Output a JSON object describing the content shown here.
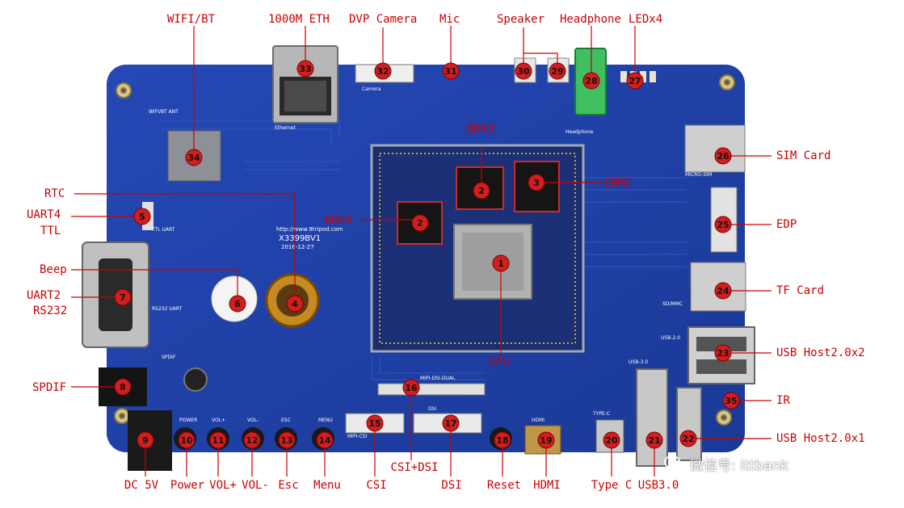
{
  "photo": {
    "watermark_text": "微信号: ittbank",
    "watermark_icon": "wechat-logo-icon",
    "board_silkscreen": {
      "model": "X3399BV1",
      "date": "2016-12-27",
      "url": "http://www.9tripod.com",
      "labels": [
        "WIFI/BT ANT",
        "Ethernet",
        "Camera",
        "Headphone",
        "MICRO-SIM",
        "TTL UART",
        "RS232 UART",
        "SPDIF",
        "POWER",
        "VOL+",
        "VOL-",
        "ESC",
        "MENU",
        "MIPI-CSI",
        "MIPI-DSI-DUAL",
        "DSI",
        "HDMI",
        "TYPE-C",
        "USB-3.0",
        "USB-2.0",
        "SD/MMC"
      ]
    },
    "callouts": [
      {
        "num": "1",
        "label": "CPU"
      },
      {
        "num": "2",
        "label": "DDR3"
      },
      {
        "num": "2",
        "label": "DDR3"
      },
      {
        "num": "3",
        "label": "EMMC"
      },
      {
        "num": "4",
        "label": "RTC"
      },
      {
        "num": "5",
        "label": "UART4 TTL"
      },
      {
        "num": "6",
        "label": "Beep"
      },
      {
        "num": "7",
        "label": "UART2 RS232"
      },
      {
        "num": "8",
        "label": "SPDIF"
      },
      {
        "num": "9",
        "label": "DC 5V"
      },
      {
        "num": "10",
        "label": "Power"
      },
      {
        "num": "11",
        "label": "VOL+"
      },
      {
        "num": "12",
        "label": "VOL-"
      },
      {
        "num": "13",
        "label": "Esc"
      },
      {
        "num": "14",
        "label": "Menu"
      },
      {
        "num": "15",
        "label": "CSI"
      },
      {
        "num": "16",
        "label": "CSI+DSI"
      },
      {
        "num": "17",
        "label": "DSI"
      },
      {
        "num": "18",
        "label": "Reset"
      },
      {
        "num": "19",
        "label": "HDMI"
      },
      {
        "num": "20",
        "label": "Type C"
      },
      {
        "num": "21",
        "label": "USB3.0"
      },
      {
        "num": "22",
        "label": "USB Host2.0x1"
      },
      {
        "num": "23",
        "label": "USB Host2.0x2"
      },
      {
        "num": "24",
        "label": "TF Card"
      },
      {
        "num": "25",
        "label": "EDP"
      },
      {
        "num": "26",
        "label": "SIM Card"
      },
      {
        "num": "27",
        "label": "LEDx4"
      },
      {
        "num": "28",
        "label": "Headphone"
      },
      {
        "num": "29",
        "label": "Speaker"
      },
      {
        "num": "30",
        "label": "Speaker"
      },
      {
        "num": "31",
        "label": "Mic"
      },
      {
        "num": "32",
        "label": "DVP Camera"
      },
      {
        "num": "33",
        "label": "1000M ETH"
      },
      {
        "num": "34",
        "label": "WIFI/BT"
      },
      {
        "num": "35",
        "label": "IR"
      }
    ],
    "label_texts": {
      "wifi_bt": "WIFI/BT",
      "eth": "1000M ETH",
      "dvp": "DVP Camera",
      "mic": "Mic",
      "speaker": "Speaker",
      "headphone": "Headphone",
      "ledx4": "LEDx4",
      "sim": "SIM Card",
      "edp": "EDP",
      "tf": "TF Card",
      "usb2x2": "USB Host2.0x2",
      "ir": "IR",
      "usb2x1": "USB Host2.0x1",
      "rtc": "RTC",
      "uart4": "UART4",
      "ttl": "TTL",
      "ddr3_left": "DDR3",
      "ddr3_top": "DDR3",
      "emmc": "EMMC",
      "beep": "Beep",
      "uart2": "UART2",
      "rs232": "RS232",
      "spdif": "SPDIF",
      "cpu": "CPU",
      "dc5v": "DC 5V",
      "power": "Power",
      "volp": "VOL+",
      "volm": "VOL-",
      "esc": "Esc",
      "menu": "Menu",
      "csi": "CSI",
      "csidsi": "CSI+DSI",
      "dsi": "DSI",
      "reset": "Reset",
      "hdmi": "HDMI",
      "typec": "Type C",
      "usb3": "USB3.0"
    },
    "colors": {
      "pcb": "#1d3fa8",
      "pcb_dark": "#142d80",
      "callout": "#cc0000",
      "badge": "#d21e1e"
    }
  }
}
